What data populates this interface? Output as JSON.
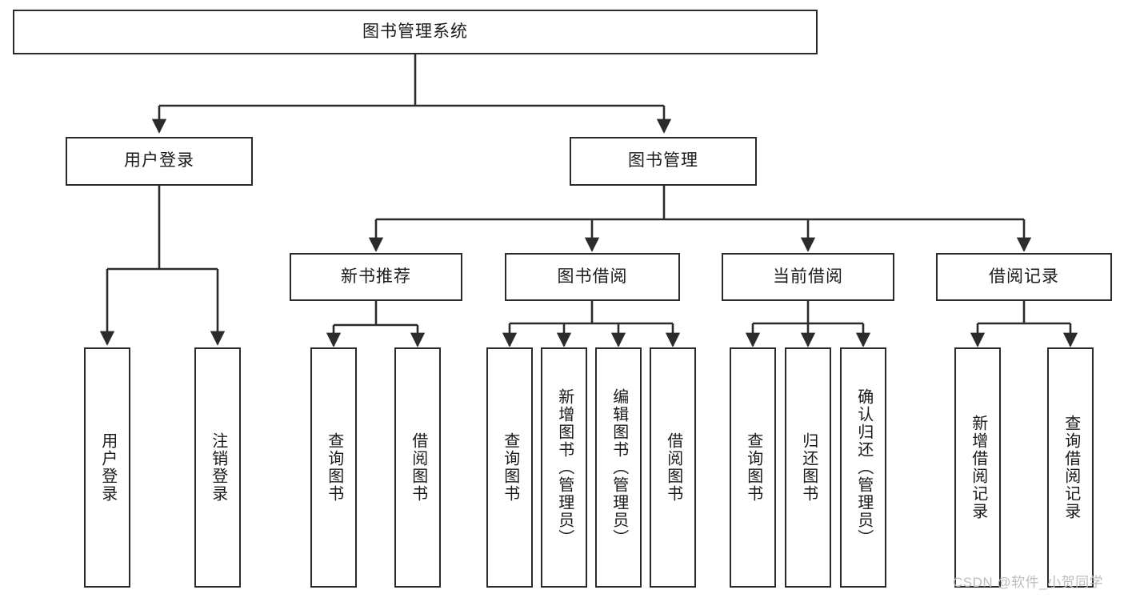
{
  "diagram": {
    "title": "图书管理系统",
    "type": "tree",
    "root": {
      "label": "图书管理系统"
    },
    "level1": [
      {
        "label": "用户登录"
      },
      {
        "label": "图书管理"
      }
    ],
    "level2": [
      {
        "label": "新书推荐"
      },
      {
        "label": "图书借阅"
      },
      {
        "label": "当前借阅"
      },
      {
        "label": "借阅记录"
      }
    ],
    "leaves": {
      "user_login": [
        {
          "label": "用户登录"
        },
        {
          "label": "注销登录"
        }
      ],
      "new_book_recommend": [
        {
          "label": "查询图书"
        },
        {
          "label": "借阅图书"
        }
      ],
      "book_borrow": [
        {
          "label": "查询图书"
        },
        {
          "label": "新增图书（管理员）"
        },
        {
          "label": "编辑图书（管理员）"
        },
        {
          "label": "借阅图书"
        }
      ],
      "current_borrow": [
        {
          "label": "查询图书"
        },
        {
          "label": "归还图书"
        },
        {
          "label": "确认归还（管理员）"
        }
      ],
      "borrow_record": [
        {
          "label": "新增借阅记录"
        },
        {
          "label": "查询借阅记录"
        }
      ]
    }
  },
  "watermark": {
    "text": "CSDN @软件_小贺同学"
  },
  "colors": {
    "stroke": "#2b2b2b",
    "fill": "#ffffff",
    "text": "#1a1a1a",
    "watermark": "#bdbdbd"
  }
}
